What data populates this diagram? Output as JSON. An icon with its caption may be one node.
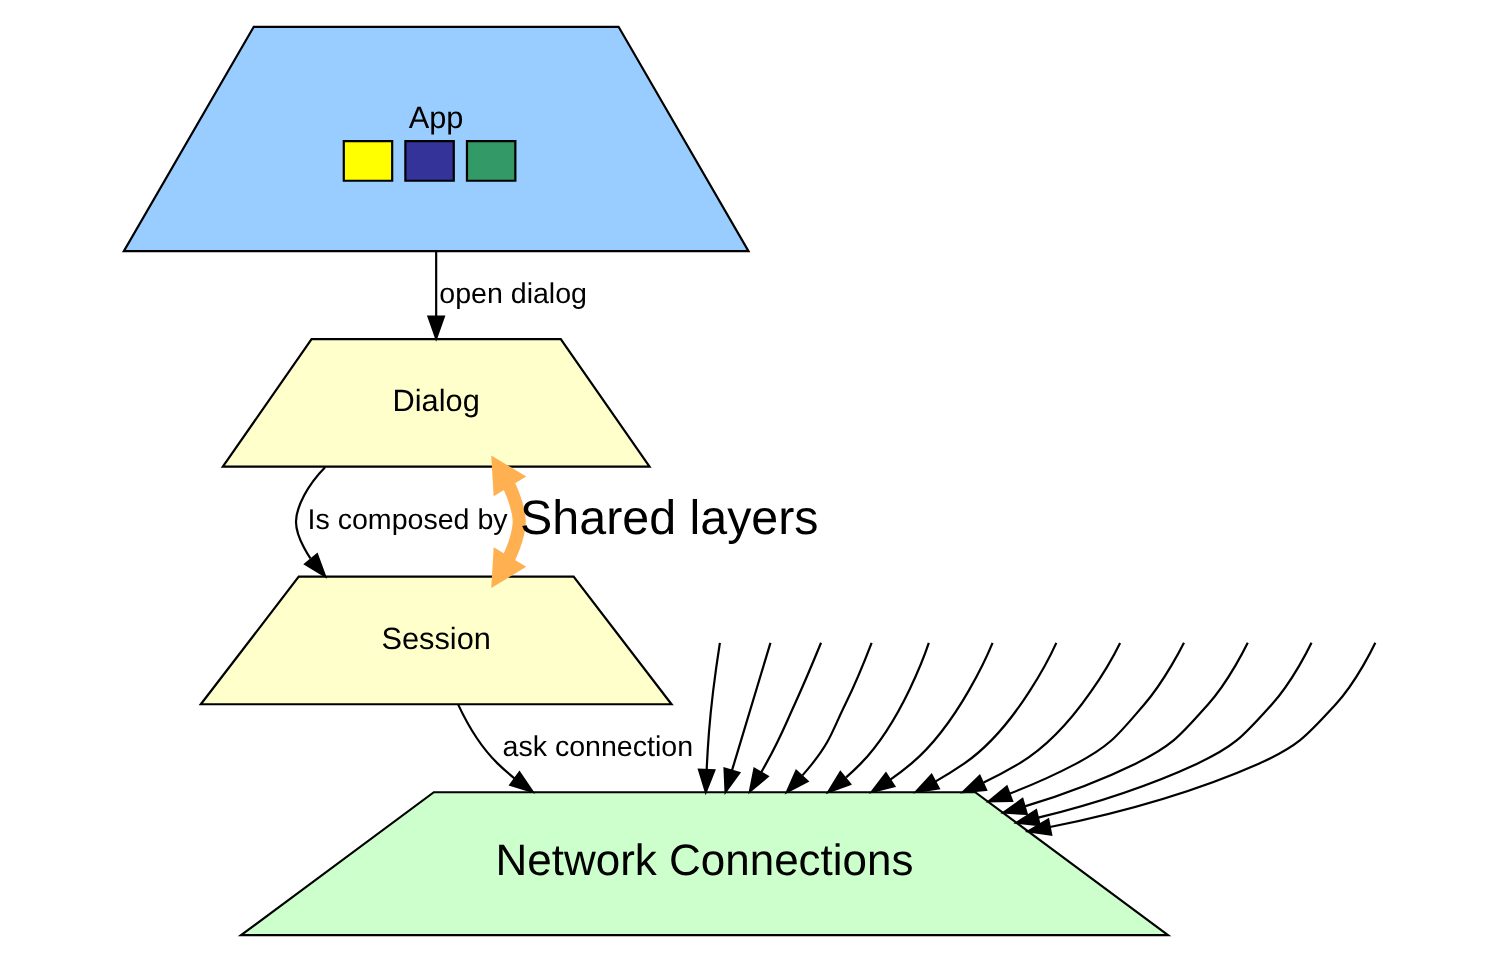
{
  "diagram": {
    "nodes": [
      {
        "text": [
          "App"
        ]
      },
      {
        "text": [
          "Dialog"
        ]
      },
      {
        "text": [
          "Session"
        ]
      },
      {
        "text": [
          "Network Connections"
        ]
      }
    ],
    "edges": [
      {
        "from": 0,
        "to": 1,
        "arrow": "to",
        "label": "open dialog"
      },
      {
        "from": 1,
        "to": 2,
        "arrow": "to",
        "label": "Is composed by"
      },
      {
        "from": 2,
        "to": 3,
        "arrow": "to",
        "label": "ask connection"
      },
      {
        "from": 1,
        "to": 2,
        "arrow": "both",
        "style": "thick",
        "color": "#ffb050",
        "label": "Shared layers"
      },
      {
        "from": null,
        "to": 3,
        "arrow": "to"
      },
      {
        "from": null,
        "to": 3,
        "arrow": "to"
      },
      {
        "from": null,
        "to": 3,
        "arrow": "to"
      },
      {
        "from": null,
        "to": 3,
        "arrow": "to"
      },
      {
        "from": null,
        "to": 3,
        "arrow": "to"
      },
      {
        "from": null,
        "to": 3,
        "arrow": "to"
      },
      {
        "from": null,
        "to": 3,
        "arrow": "to"
      },
      {
        "from": null,
        "to": 3,
        "arrow": "to"
      },
      {
        "from": null,
        "to": 3,
        "arrow": "to"
      },
      {
        "from": null,
        "to": 3,
        "arrow": "to"
      },
      {
        "from": null,
        "to": 3,
        "arrow": "to"
      },
      {
        "from": null,
        "to": 3,
        "arrow": "to"
      }
    ]
  }
}
